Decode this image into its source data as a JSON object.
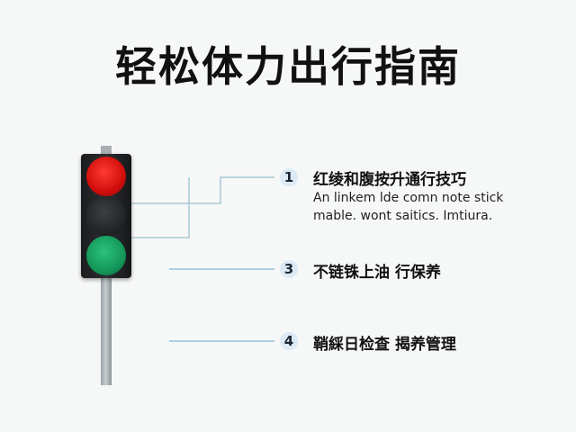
{
  "title": "轻松体力出行指南",
  "items": [
    {
      "number": "1",
      "title": "红绫和腹按升通行技巧",
      "desc_line1": "An linkem lde comn note stick",
      "desc_line2": "mable. wont saitics. Imtiura."
    },
    {
      "number": "3",
      "title": "不链铢上油 行保养"
    },
    {
      "number": "4",
      "title": "鞘綵日检查 揭养管理"
    }
  ],
  "colors": {
    "red_light": "#e0110f",
    "green_light": "#17a060",
    "badge_bg": "#dbeaf5",
    "connector": "#8ec3d9"
  }
}
